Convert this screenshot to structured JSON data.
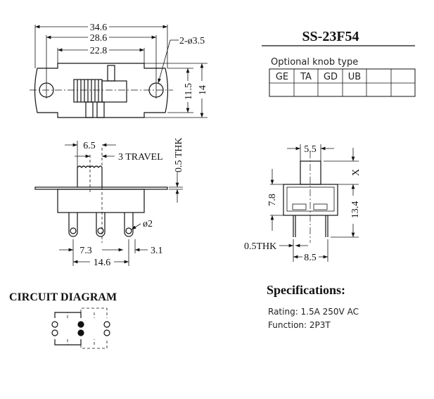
{
  "title": "SS-23F54",
  "knob_table": {
    "label": "Optional knob type",
    "cells": [
      "GE",
      "TA",
      "GD",
      "UB",
      "",
      ""
    ]
  },
  "top_view": {
    "d1": "34.6",
    "d2": "28.6",
    "d3": "22.8",
    "holes": "2-ø3.5",
    "h1": "11.5",
    "h2": "14"
  },
  "side_view": {
    "knob_w": "6.5",
    "travel": "3 TRAVEL",
    "thk": "0.5 THK",
    "pin_hole": "ø2",
    "pitch": "7.3",
    "edge": "3.1",
    "span": "14.6"
  },
  "front_view": {
    "knob_w": "5.5",
    "x": "X",
    "h": "7.8",
    "total": "13.4",
    "thk": "0.5THK",
    "pin_span": "8.5"
  },
  "circuit": {
    "title": "CIRCUIT DIAGRAM"
  },
  "specs": {
    "title": "Specifications:",
    "rating": "Rating: 1.5A 250V AC",
    "function": "Function: 2P3T"
  }
}
